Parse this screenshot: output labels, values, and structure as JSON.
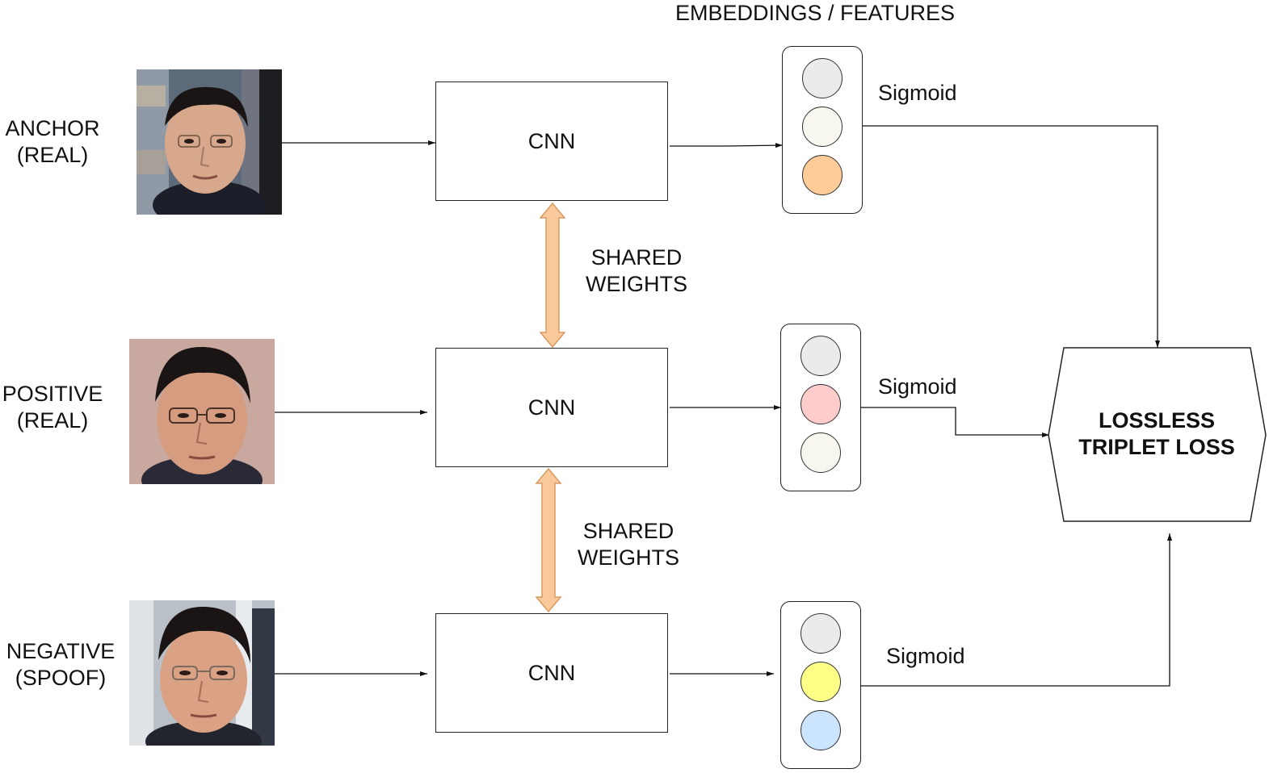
{
  "header": {
    "title": "EMBEDDINGS / FEATURES"
  },
  "rows": [
    {
      "label_line1": "ANCHOR",
      "label_line2": "(REAL)",
      "cnn": "CNN",
      "activation": "Sigmoid",
      "embedding_colors": [
        "#ebebeb",
        "#f7f6ef",
        "#ffcc99"
      ]
    },
    {
      "label_line1": "POSITIVE",
      "label_line2": "(REAL)",
      "cnn": "CNN",
      "activation": "Sigmoid",
      "embedding_colors": [
        "#ebebeb",
        "#ffcccc",
        "#f7f6ef"
      ]
    },
    {
      "label_line1": "NEGATIVE",
      "label_line2": "(SPOOF)",
      "cnn": "CNN",
      "activation": "Sigmoid",
      "embedding_colors": [
        "#ebebeb",
        "#ffff88",
        "#cce5ff"
      ]
    }
  ],
  "shared_weights": [
    {
      "line1": "SHARED",
      "line2": "WEIGHTS"
    },
    {
      "line1": "SHARED",
      "line2": "WEIGHTS"
    }
  ],
  "loss": {
    "line1": "LOSSLESS",
    "line2": "TRIPLET LOSS"
  },
  "colors": {
    "shared_arrow_fill": "#f9c99b",
    "shared_arrow_stroke": "#d89a60",
    "line": "#111111"
  }
}
